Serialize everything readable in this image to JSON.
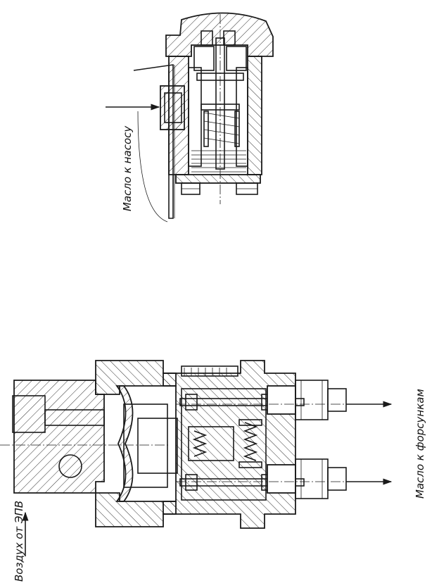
{
  "labels": {
    "oil_to_pump": "Масло к насосу",
    "oil_to_injectors": "Масло к форсункам",
    "air_from_epv": "Воздух от ЭПВ"
  },
  "colors": {
    "line": "#1a1a1a",
    "background": "#ffffff"
  }
}
